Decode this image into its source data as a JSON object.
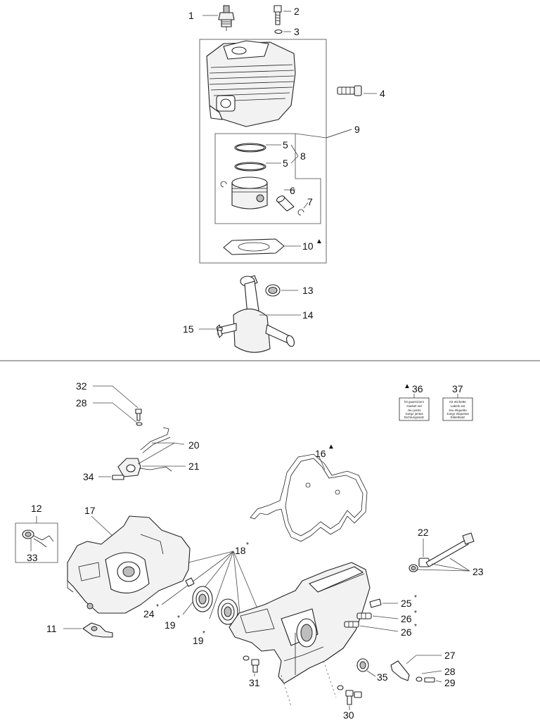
{
  "callouts": {
    "c1": "1",
    "c2": "2",
    "c3": "3",
    "c4": "4",
    "c5a": "5",
    "c5b": "5",
    "c6": "6",
    "c7": "7",
    "c8": "8",
    "c9": "9",
    "c10": "10",
    "c11": "11",
    "c12": "12",
    "c13": "13",
    "c14": "14",
    "c15": "15",
    "c16": "16",
    "c17": "17",
    "c18": "18",
    "c19a": "19",
    "c19b": "19",
    "c20": "20",
    "c21": "21",
    "c22": "22",
    "c23": "23",
    "c24": "24",
    "c25": "25",
    "c26a": "26",
    "c26b": "26",
    "c27": "27",
    "c28a": "28",
    "c28b": "28",
    "c29": "29",
    "c30": "30",
    "c31": "31",
    "c32": "32",
    "c33": "33",
    "c34": "34",
    "c35": "35",
    "c36": "36",
    "c37": "37"
  },
  "marks": {
    "star": "*",
    "triangle": "▲"
  },
  "gasket_kit_label": {
    "line1": "kit guarnizioni",
    "line2": "Gasket set",
    "line3": "Jeu joints",
    "line4": "Juego juntas",
    "line5": "Dichtungssatz"
  },
  "label_kit_label": {
    "line1": "Kit etichette",
    "line2": "Labels set",
    "line3": "Jeu étiquette",
    "line4": "Juego etiquetas",
    "line5": "Etikettsatz"
  }
}
